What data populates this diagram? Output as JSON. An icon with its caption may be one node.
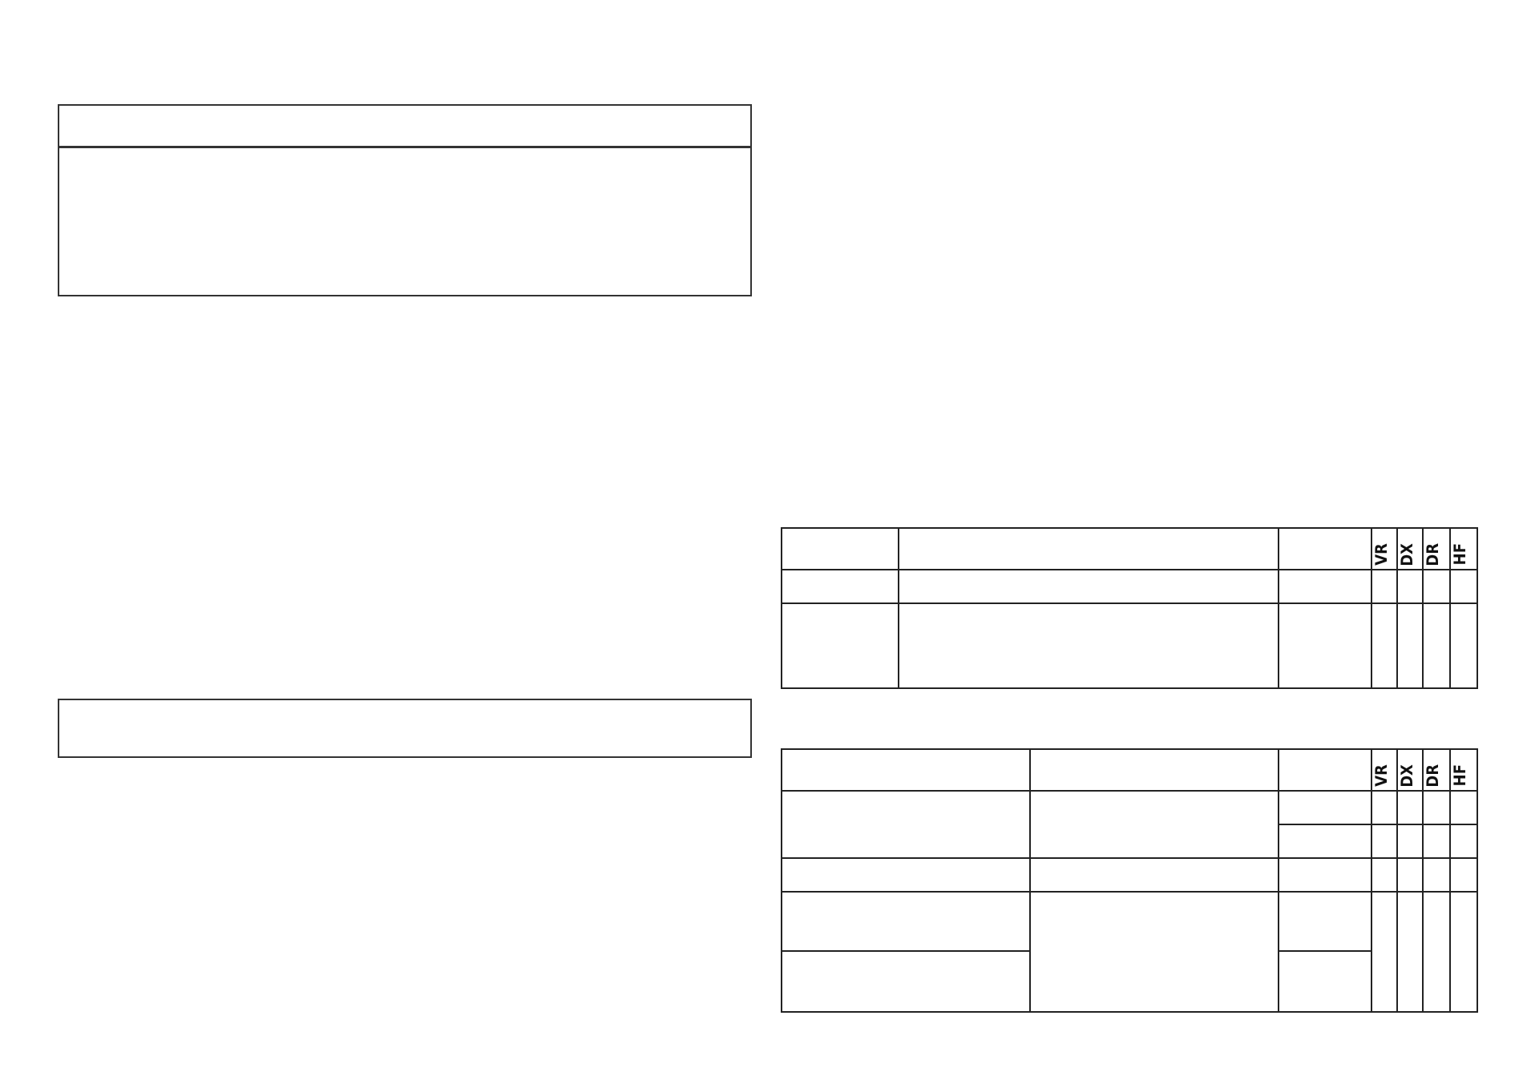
{
  "diagram": {
    "nodes": [
      {
        "text": [],
        "shape": "box"
      },
      {
        "text": [],
        "shape": "box"
      }
    ],
    "labels": [
      "VR",
      "DX",
      "DR",
      "HF",
      "VR",
      "DX",
      "DR",
      "HF"
    ]
  }
}
